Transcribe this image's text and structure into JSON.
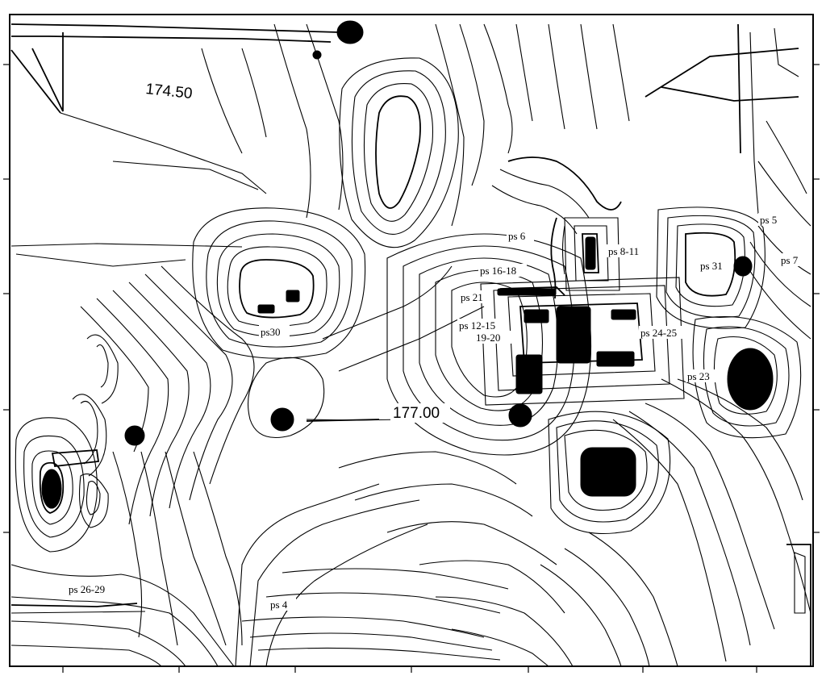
{
  "map": {
    "contour_labels": [
      "174.50",
      "177.00"
    ],
    "feature_labels": [
      "ps 5",
      "ps 6",
      "ps 7",
      "ps 8-11",
      "ps 16-18",
      "ps 31",
      "ps 21",
      "ps 12-15",
      "19-20",
      "ps 24-25",
      "ps30",
      "ps 23",
      "ps 26-29",
      "ps 4"
    ]
  }
}
